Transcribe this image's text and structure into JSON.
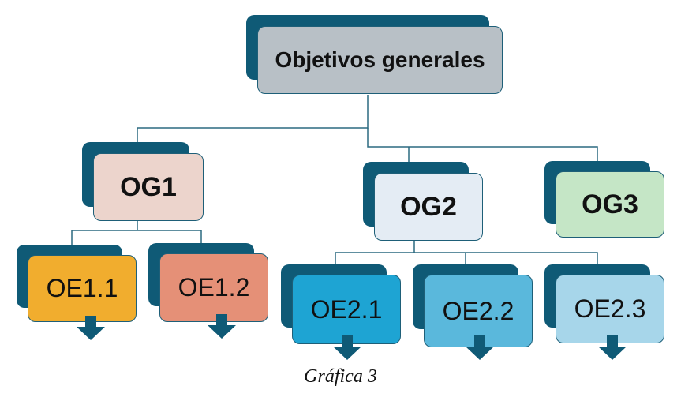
{
  "diagram": {
    "root": {
      "label": "Objetivos generales",
      "fill": "#b8c0c6"
    },
    "general_objectives": [
      {
        "id": "og1",
        "label": "OG1",
        "fill": "#ecd4cc"
      },
      {
        "id": "og2",
        "label": "OG2",
        "fill": "#e4ecf4"
      },
      {
        "id": "og3",
        "label": "OG3",
        "fill": "#c5e6c6"
      }
    ],
    "specific_objectives": [
      {
        "id": "oe11",
        "parent": "og1",
        "label": "OE1.1",
        "fill": "#f1ad2e"
      },
      {
        "id": "oe12",
        "parent": "og1",
        "label": "OE1.2",
        "fill": "#e59077"
      },
      {
        "id": "oe21",
        "parent": "og2",
        "label": "OE2.1",
        "fill": "#1ea4d3"
      },
      {
        "id": "oe22",
        "parent": "og2",
        "label": "OE2.2",
        "fill": "#5ab8dc"
      },
      {
        "id": "oe23",
        "parent": "og2",
        "label": "OE2.3",
        "fill": "#a7d6ea"
      }
    ]
  },
  "colors": {
    "shadow": "#0f5a76",
    "connector": "#2b6a80",
    "arrow": "#0f5a76"
  },
  "caption": "Gráfica 3"
}
